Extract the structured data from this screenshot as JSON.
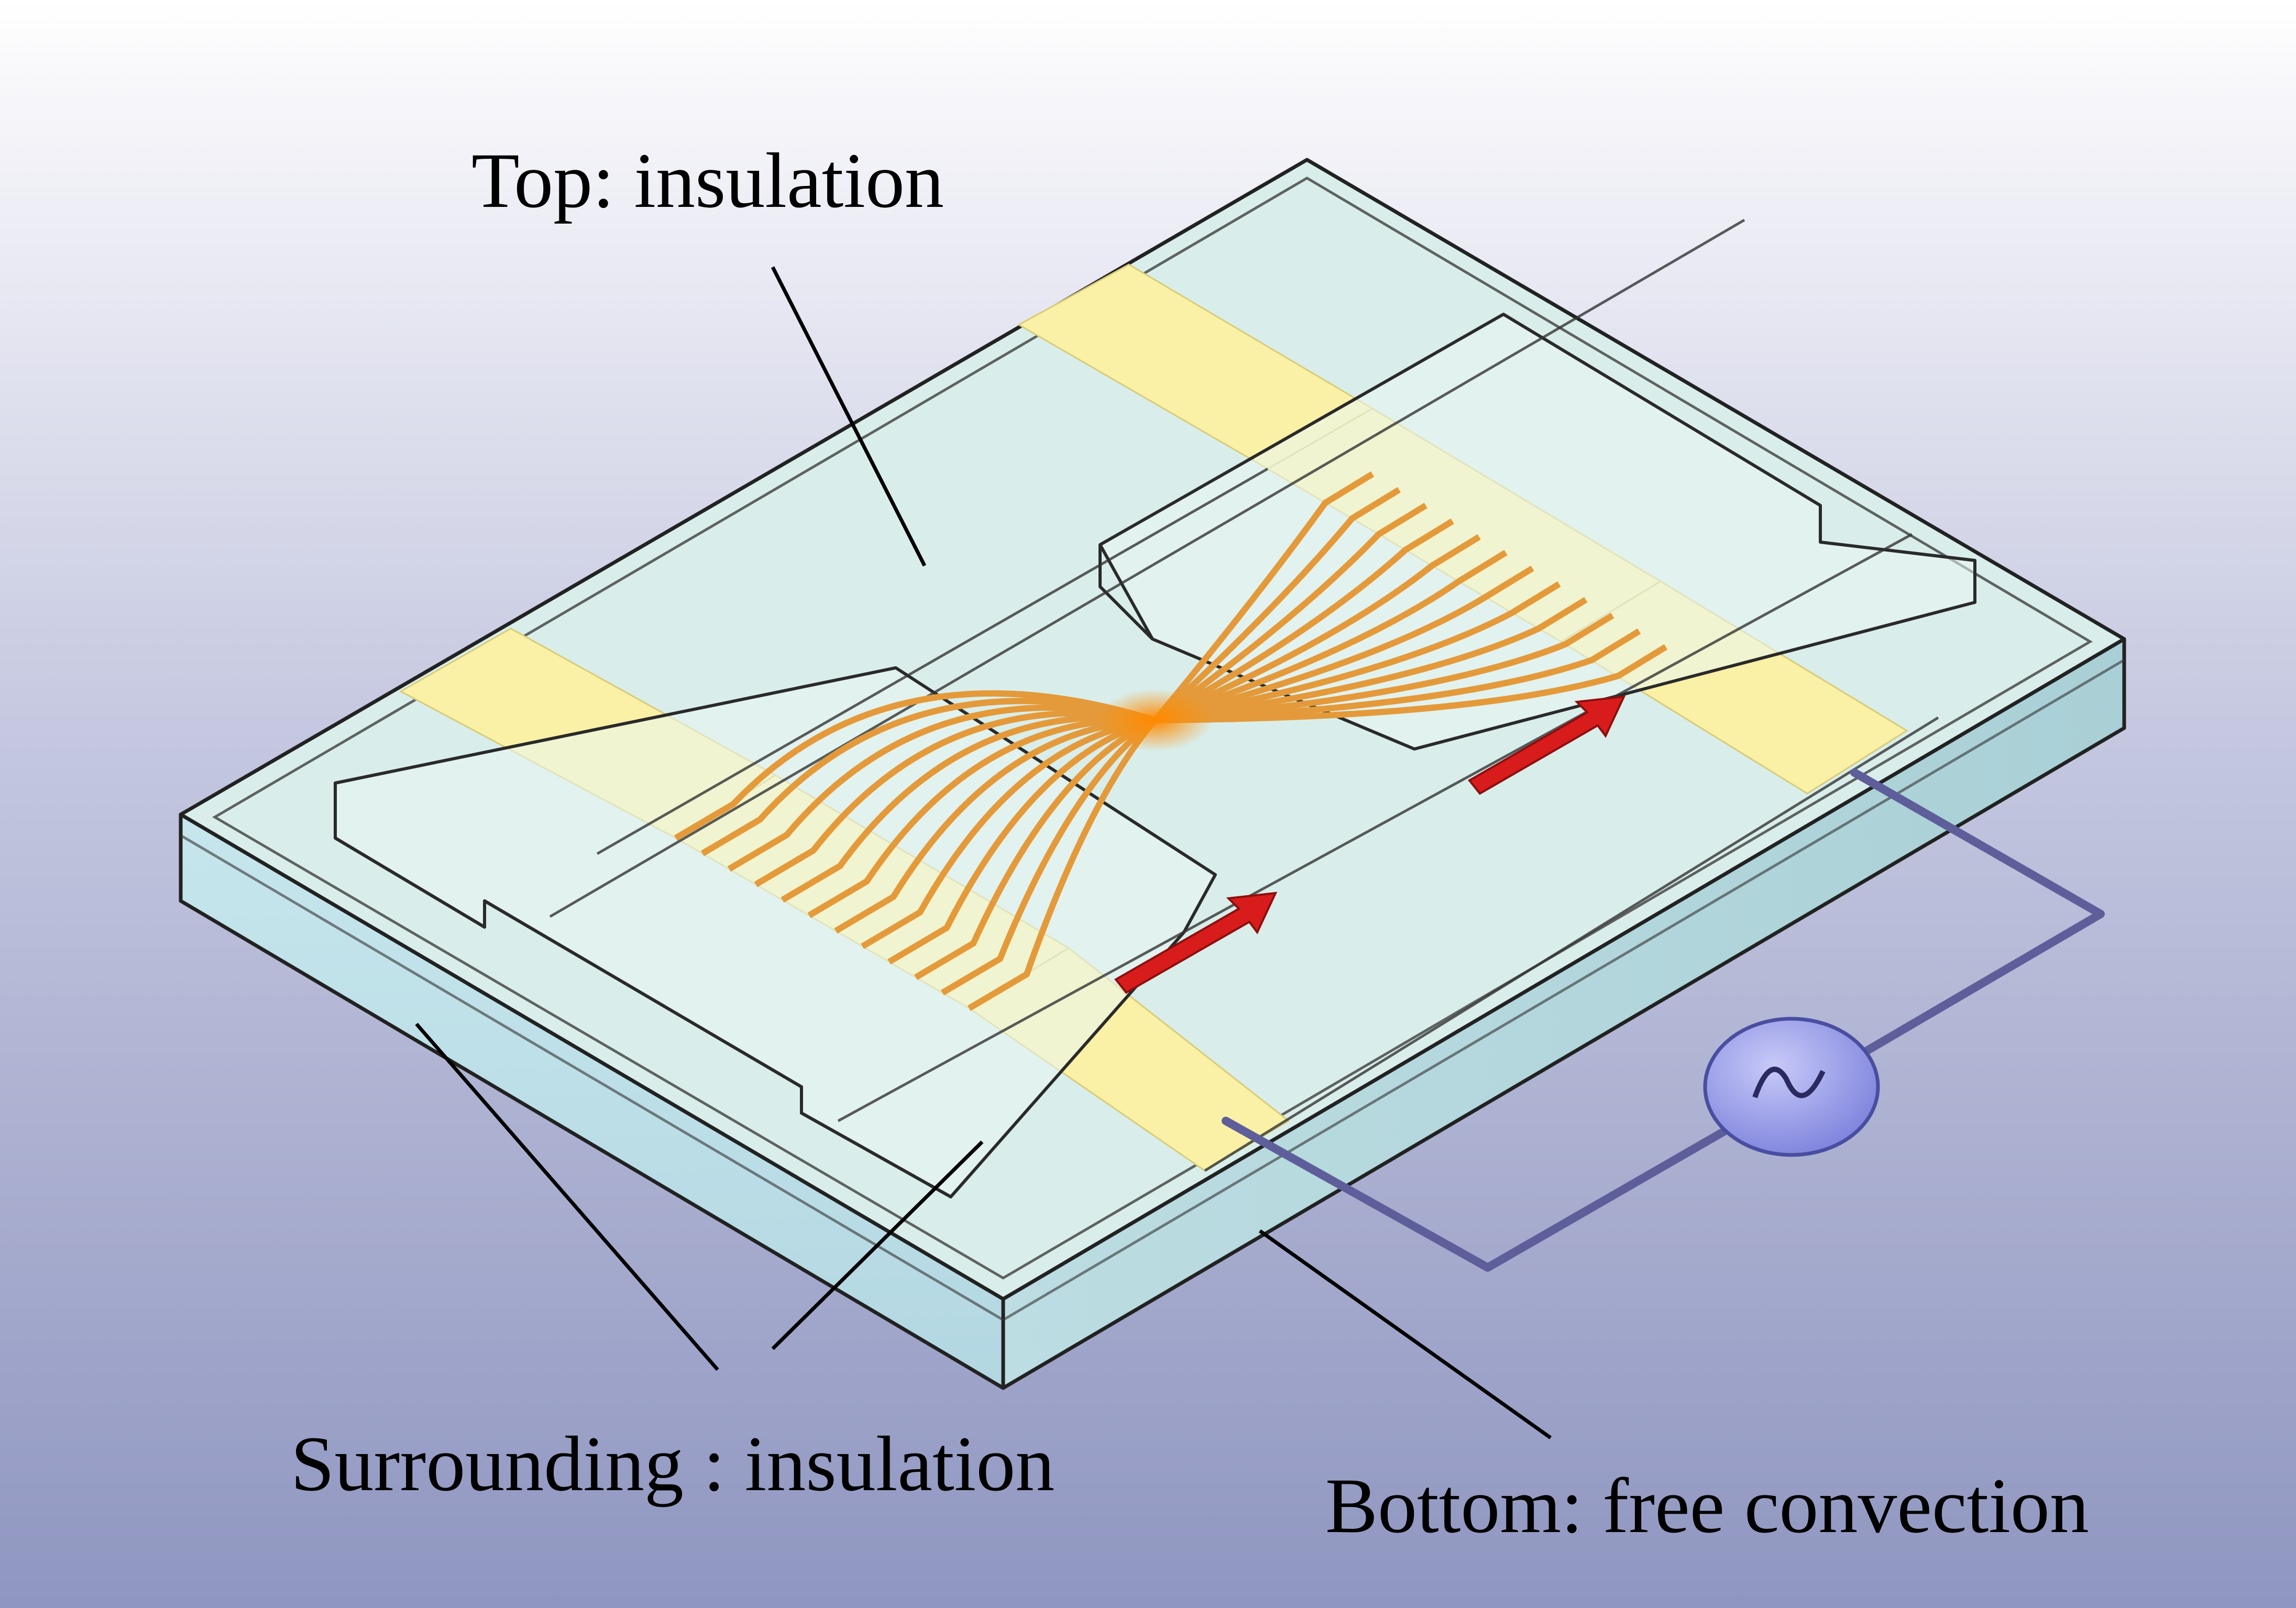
{
  "labels": {
    "top": "Top: insulation",
    "surrounding": "Surrounding : insulation",
    "bottom": "Bottom: free convection"
  },
  "icons": {
    "source": "ac-source-icon",
    "flow": "flow-arrow-icon"
  },
  "colors": {
    "background_top": "#ffffff",
    "background_bottom": "#8f96c0",
    "slab_top": "#d9eeea",
    "slab_side_front": "#bfe0e8",
    "slab_side_right": "#b8dade",
    "electrode_pad": "#fbf1a6",
    "heater_wire": "#e49a3a",
    "flow_arrow": "#d81c1c",
    "circuit_wire": "#5e5e9a",
    "source_fill": "#8e92e6",
    "outline": "#222222"
  }
}
